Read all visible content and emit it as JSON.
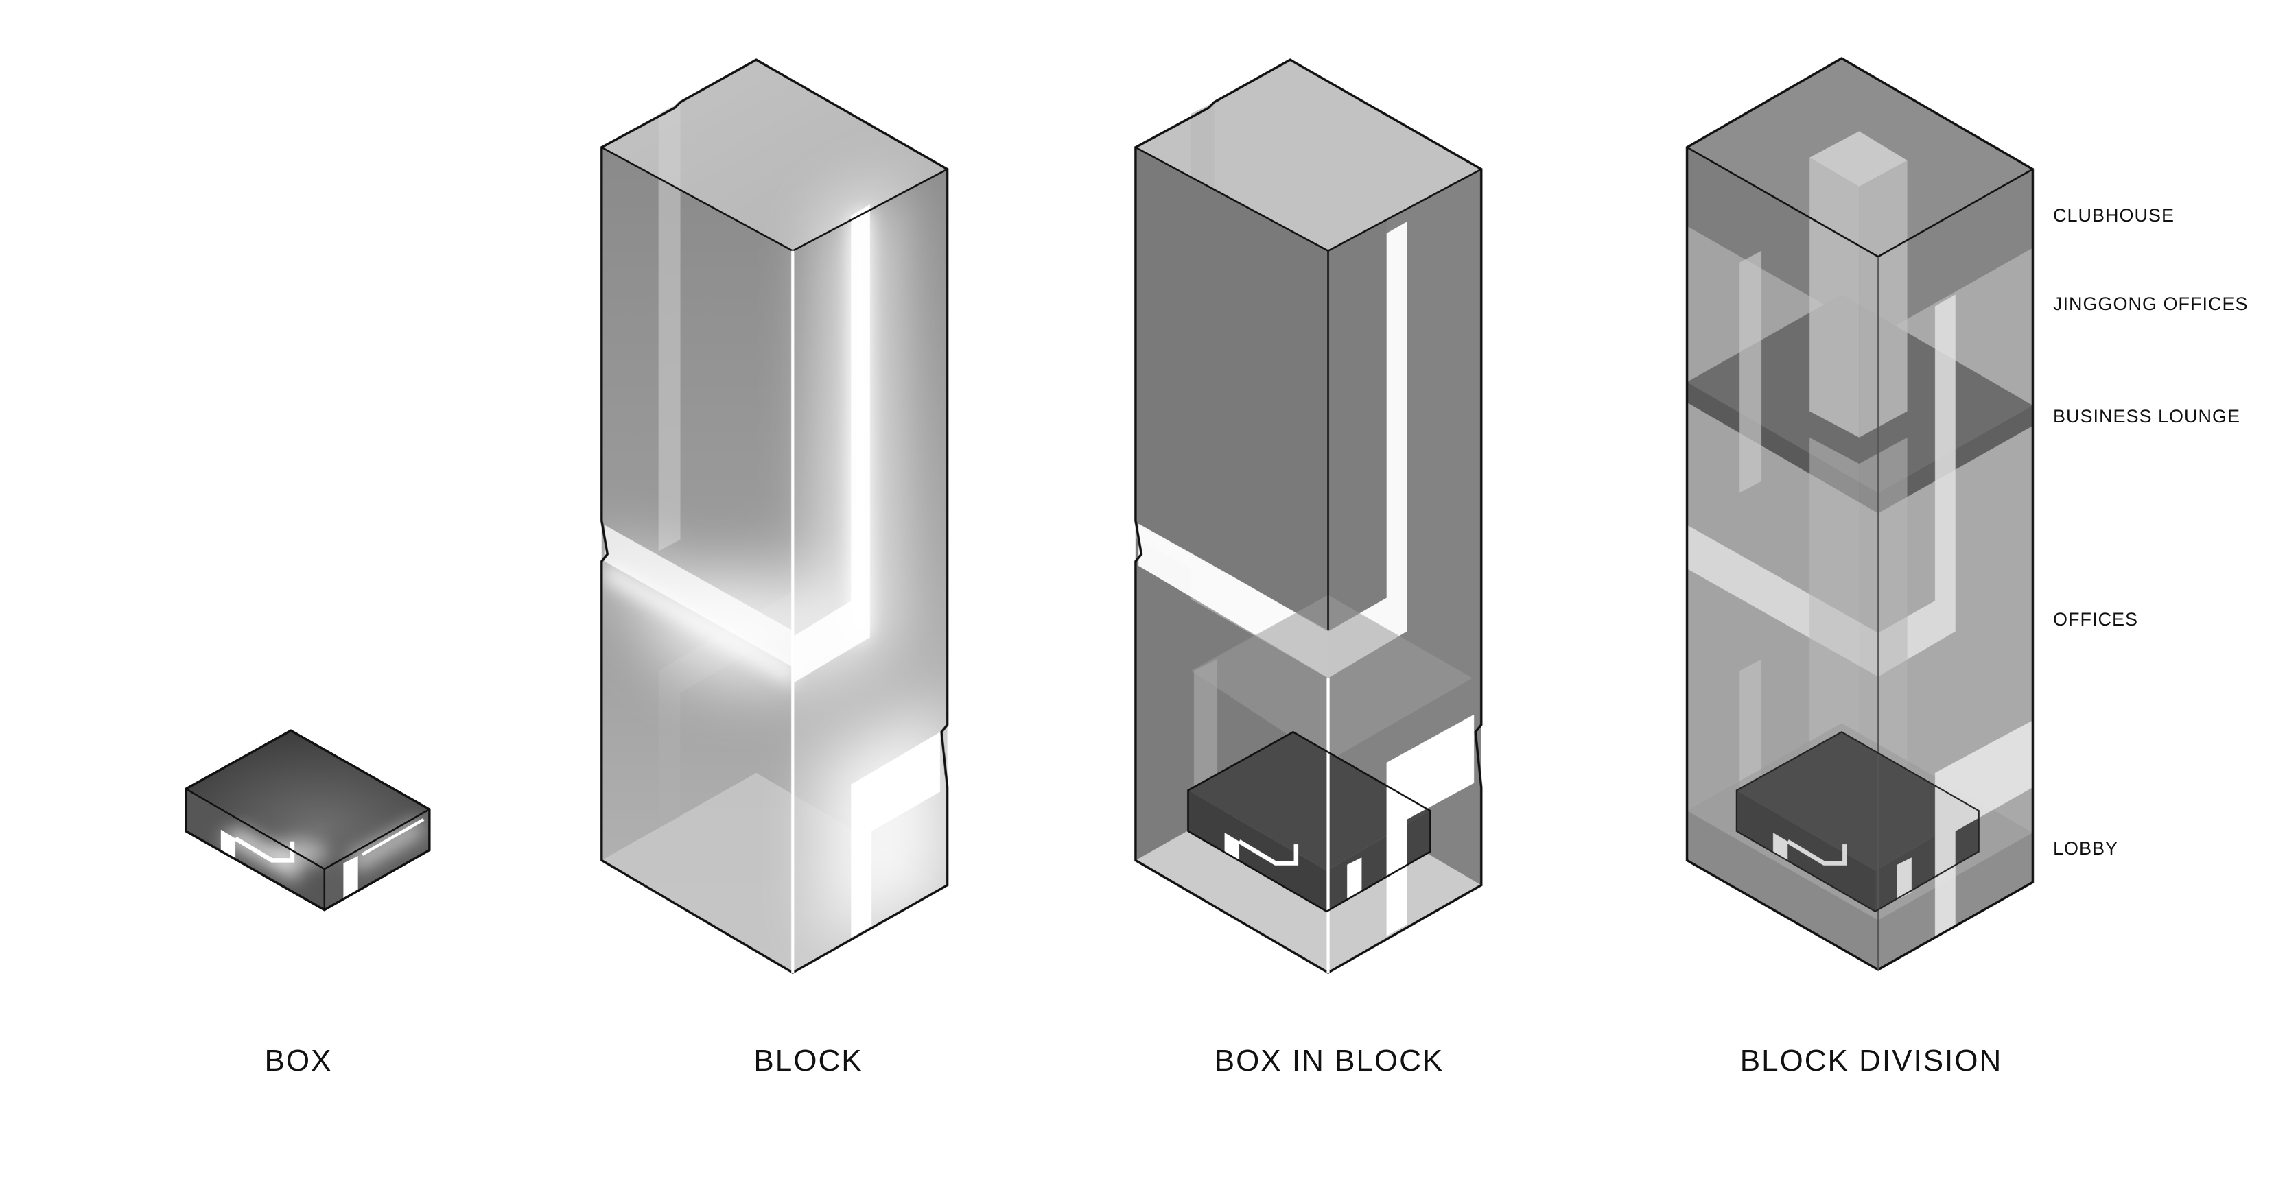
{
  "captions": {
    "box": "BOX",
    "block": "BLOCK",
    "box_in_block": "BOX IN BLOCK",
    "block_division": "BLOCK DIVISION"
  },
  "levels": {
    "clubhouse": "CLUBHOUSE",
    "jinggong_offices": "JINGGONG OFFICES",
    "business_lounge": "BUSINESS LOUNGE",
    "offices": "OFFICES",
    "lobby": "LOBBY"
  },
  "colors": {
    "outline": "#111111",
    "glow": "#ffffff",
    "dark_box": "#4a4a4a",
    "mid_gray": "#808080",
    "light_gray": "#bdbdbd"
  }
}
